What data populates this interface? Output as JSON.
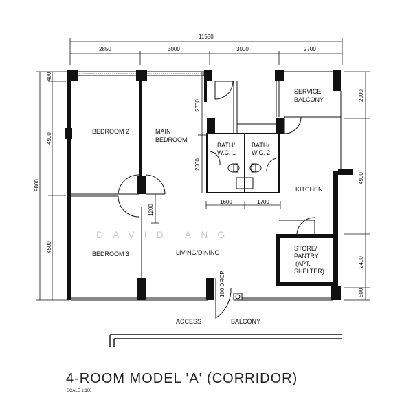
{
  "plan": {
    "overall_width": "11550",
    "overall_depth": "9800",
    "top_dims": [
      "2850",
      "3000",
      "3000",
      "2700"
    ],
    "left_dims": [
      "400",
      "4900",
      "4500"
    ],
    "right_dims": [
      "2000",
      "4900",
      "2400",
      "500"
    ],
    "vertical_inner": [
      "2700",
      "2600"
    ],
    "bath_dims": [
      "1600",
      "1700"
    ],
    "corridor_dim": "1200",
    "door_note": "100 DROP"
  },
  "rooms": {
    "bedroom2": "BEDROOM 2",
    "main_bedroom_1": "MAIN",
    "main_bedroom_2": "BEDROOM",
    "service_balcony_1": "SERVICE",
    "service_balcony_2": "BALCONY",
    "bath1_1": "BATH/",
    "bath1_2": "W.C. 1",
    "bath2_1": "BATH/",
    "bath2_2": "W.C. 2",
    "kitchen": "KITCHEN",
    "bedroom3": "BEDROOM 3",
    "living": "LIVING/DINING",
    "store_1": "STORE/",
    "store_2": "PANTRY",
    "store_3": "(APT.",
    "store_4": "SHELTER)",
    "access": "ACCESS",
    "balcony": "BALCONY"
  },
  "watermark": "DAVID ANG",
  "title": "4-ROOM MODEL 'A' (CORRIDOR)",
  "scale": "SCALE   1:100"
}
